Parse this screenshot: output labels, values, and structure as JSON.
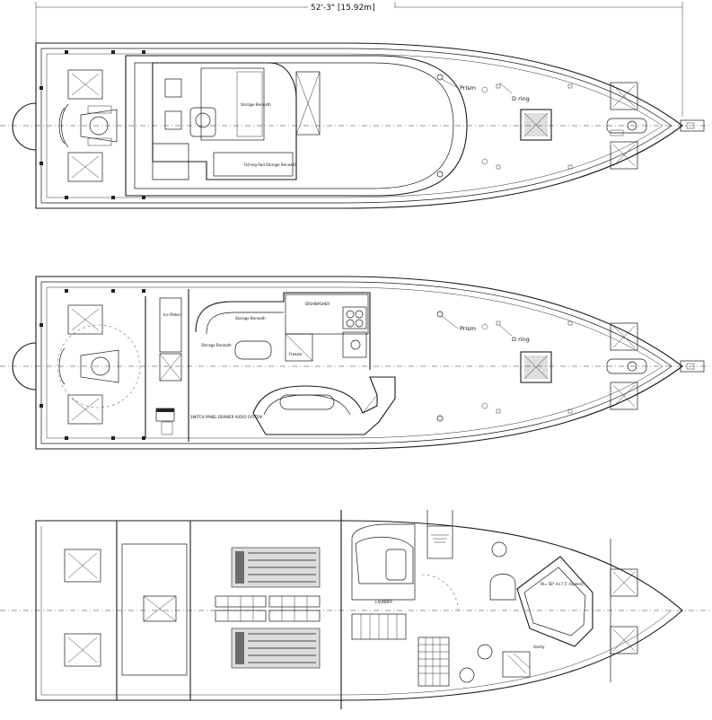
{
  "dimension": {
    "overall_length": "52'-3\" [15.92m]"
  },
  "flybridge": {
    "labels": {
      "prism": "Prism",
      "d_ring": "D ring",
      "storage": "Storage Beneath",
      "fishing_storage": "Fishing Rod Storage Beneath"
    }
  },
  "main_deck": {
    "labels": {
      "prism": "Prism",
      "d_ring": "D ring",
      "dishwasher": "DISHWASHER",
      "ice_maker": "Ice Maker",
      "storage": "Storage Beneath",
      "storage_left": "Storage Beneath",
      "freezer": "Freezer",
      "switch_panel": "SWITCH PANEL DRAWER AUDIO SYSTEM"
    }
  },
  "lower_deck": {
    "labels": {
      "laundry": "LAUNDRY",
      "berth": "W= 58\" 4×7.5' (Queen)",
      "vanity": "Vanity"
    }
  }
}
